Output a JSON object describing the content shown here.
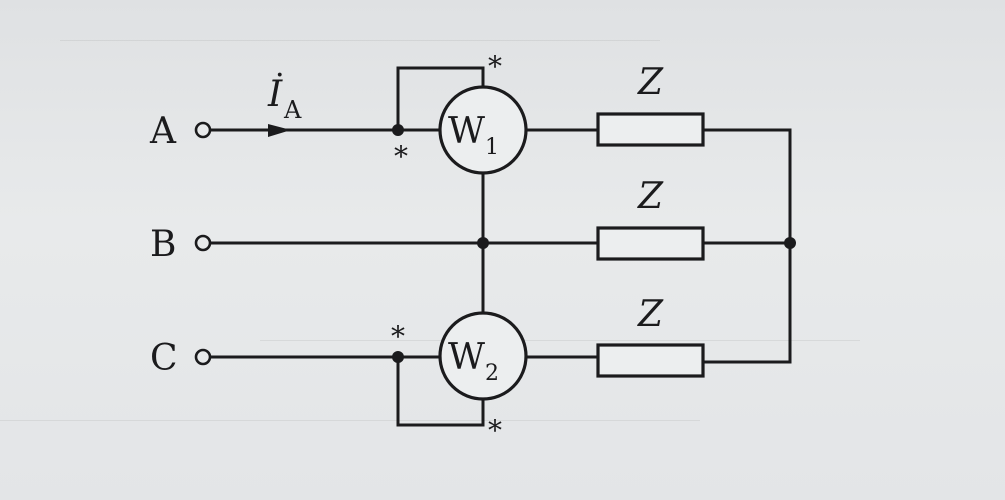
{
  "terminals": {
    "a": "A",
    "b": "B",
    "c": "C"
  },
  "current": {
    "symbol": "I",
    "subscript": "A",
    "dot": "·"
  },
  "meters": {
    "w1": {
      "letter": "W",
      "index": "1"
    },
    "w2": {
      "letter": "W",
      "index": "2"
    }
  },
  "polarity_mark": "*",
  "loads": {
    "z1": "Z",
    "z2": "Z",
    "z3": "Z"
  },
  "colors": {
    "ink": "#1b1b1d",
    "paper": "#e4e6e8"
  }
}
